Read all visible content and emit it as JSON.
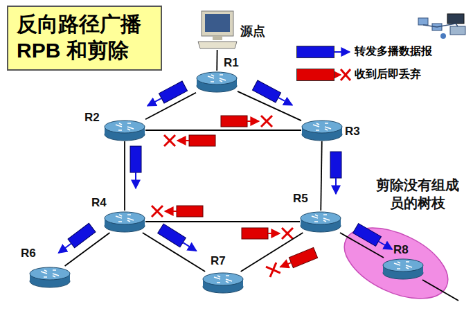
{
  "diagram": {
    "title": "反向路径广播 RPB 和剪除",
    "nodes": [
      {
        "text": [
          "源点"
        ]
      },
      {
        "text": [
          "R1"
        ]
      },
      {
        "text": [
          "R2"
        ]
      },
      {
        "text": [
          "R3"
        ]
      },
      {
        "text": [
          "R4"
        ]
      },
      {
        "text": [
          "R5"
        ]
      },
      {
        "text": [
          "剪除没有组成员的树枝"
        ]
      },
      {
        "text": [
          "R6"
        ]
      },
      {
        "text": [
          "R7"
        ]
      },
      {
        "text": [
          "R8"
        ],
        "in": 6
      }
    ],
    "edges": [
      {
        "from": 0,
        "to": 1,
        "arrow": "none"
      },
      {
        "from": 1,
        "to": 2,
        "arrow": "none"
      },
      {
        "from": 1,
        "to": 3,
        "arrow": "none"
      },
      {
        "from": 2,
        "to": 3,
        "arrow": "none"
      },
      {
        "from": 2,
        "to": 4,
        "arrow": "none"
      },
      {
        "from": 3,
        "to": 5,
        "arrow": "none"
      },
      {
        "from": 4,
        "to": 5,
        "arrow": "none"
      },
      {
        "from": 4,
        "to": 7,
        "arrow": "none"
      },
      {
        "from": 4,
        "to": 8,
        "arrow": "none"
      },
      {
        "from": 5,
        "to": 8,
        "arrow": "none"
      },
      {
        "from": 5,
        "to": 9,
        "arrow": "none"
      }
    ],
    "legend": [
      {
        "text": "转发多播数据报",
        "color": "#1010e0"
      },
      {
        "text": "收到后即丢弃",
        "color": "#e00000"
      }
    ]
  }
}
